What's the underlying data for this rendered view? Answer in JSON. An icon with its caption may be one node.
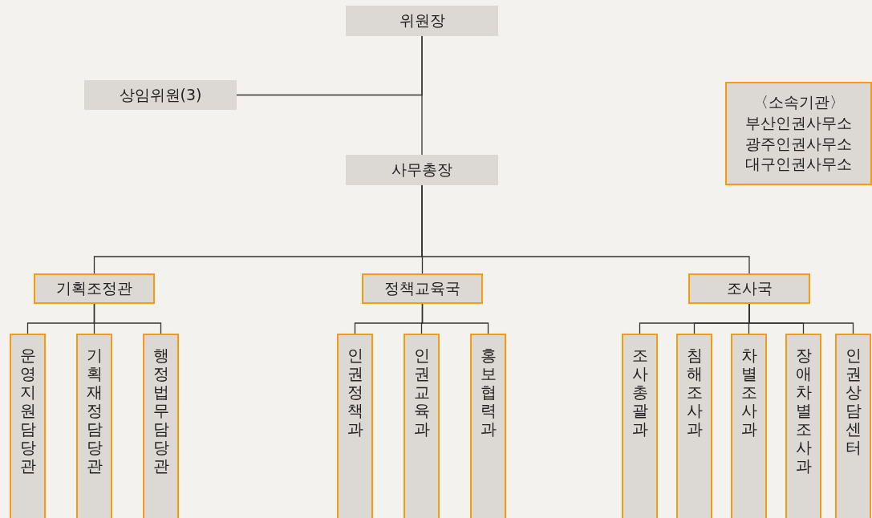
{
  "diagram": {
    "nodes": [
      {
        "text": [
          "위원장"
        ]
      },
      {
        "text": [
          "상임위원(3)"
        ]
      },
      {
        "text": [
          "사무총장"
        ]
      },
      {
        "text": [
          "기획조정관"
        ]
      },
      {
        "text": [
          "정책교육국"
        ]
      },
      {
        "text": [
          "조사국"
        ]
      },
      {
        "text": [
          "운영지원담당관"
        ]
      },
      {
        "text": [
          "기획재정담당관"
        ]
      },
      {
        "text": [
          "행정법무담당관"
        ]
      },
      {
        "text": [
          "인권정책과"
        ]
      },
      {
        "text": [
          "인권교육과"
        ]
      },
      {
        "text": [
          "홍보협력과"
        ]
      },
      {
        "text": [
          "조사총괄과"
        ]
      },
      {
        "text": [
          "침해조사과"
        ]
      },
      {
        "text": [
          "차별조사과"
        ]
      },
      {
        "text": [
          "장애차별조사과"
        ]
      },
      {
        "text": [
          "인권상담센터"
        ]
      },
      {
        "text": [
          "〈소속기관〉",
          "부산인권사무소",
          "광주인권사무소",
          "대구인권사무소"
        ]
      }
    ],
    "edges": [
      {
        "from": 0,
        "to": 2,
        "arrow": "none"
      },
      {
        "from": 0,
        "to": 1,
        "arrow": "none"
      },
      {
        "from": 2,
        "to": 3,
        "arrow": "none"
      },
      {
        "from": 2,
        "to": 4,
        "arrow": "none"
      },
      {
        "from": 2,
        "to": 5,
        "arrow": "none"
      },
      {
        "from": 3,
        "to": 6,
        "arrow": "none"
      },
      {
        "from": 3,
        "to": 7,
        "arrow": "none"
      },
      {
        "from": 3,
        "to": 8,
        "arrow": "none"
      },
      {
        "from": 4,
        "to": 9,
        "arrow": "none"
      },
      {
        "from": 4,
        "to": 10,
        "arrow": "none"
      },
      {
        "from": 4,
        "to": 11,
        "arrow": "none"
      },
      {
        "from": 5,
        "to": 12,
        "arrow": "none"
      },
      {
        "from": 5,
        "to": 13,
        "arrow": "none"
      },
      {
        "from": 5,
        "to": 14,
        "arrow": "none"
      },
      {
        "from": 5,
        "to": 15,
        "arrow": "none"
      },
      {
        "from": 5,
        "to": 16,
        "arrow": "none"
      }
    ]
  }
}
